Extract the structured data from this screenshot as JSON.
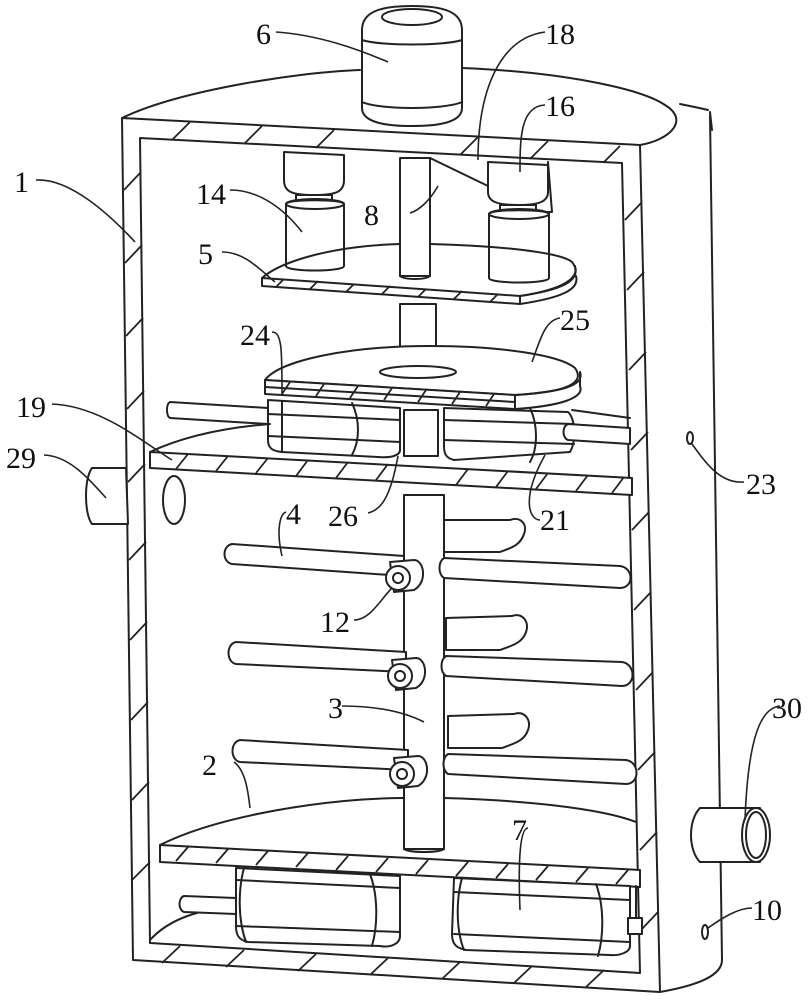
{
  "figure": {
    "type": "patent line drawing",
    "subject": "mixing tank apparatus, perspective cutaway",
    "line_color": "#222222",
    "background": "#ffffff"
  },
  "labels": [
    {
      "id": "1",
      "text": "1",
      "part": "tank body"
    },
    {
      "id": "2",
      "text": "2",
      "part": "bottom partition"
    },
    {
      "id": "3",
      "text": "3",
      "part": "central stirring shaft"
    },
    {
      "id": "4",
      "text": "4",
      "part": "stirring rod"
    },
    {
      "id": "5",
      "text": "5",
      "part": "upper plate"
    },
    {
      "id": "6",
      "text": "6",
      "part": "top motor"
    },
    {
      "id": "7",
      "text": "7",
      "part": "bottom motor"
    },
    {
      "id": "8",
      "text": "8",
      "part": "upper shaft"
    },
    {
      "id": "10",
      "text": "10",
      "part": "lower port"
    },
    {
      "id": "12",
      "text": "12",
      "part": "rod joint"
    },
    {
      "id": "14",
      "text": "14",
      "part": "cylinder"
    },
    {
      "id": "16",
      "text": "16",
      "part": "cylinder cap"
    },
    {
      "id": "18",
      "text": "18",
      "part": "bracket"
    },
    {
      "id": "19",
      "text": "19",
      "part": "middle partition"
    },
    {
      "id": "21",
      "text": "21",
      "part": "middle motor"
    },
    {
      "id": "23",
      "text": "23",
      "part": "upper port"
    },
    {
      "id": "24",
      "text": "24",
      "part": "disc plate"
    },
    {
      "id": "25",
      "text": "25",
      "part": "rotating disc"
    },
    {
      "id": "26",
      "text": "26",
      "part": "sleeve"
    },
    {
      "id": "29",
      "text": "29",
      "part": "inlet pipe"
    },
    {
      "id": "30",
      "text": "30",
      "part": "outlet pipe"
    }
  ]
}
